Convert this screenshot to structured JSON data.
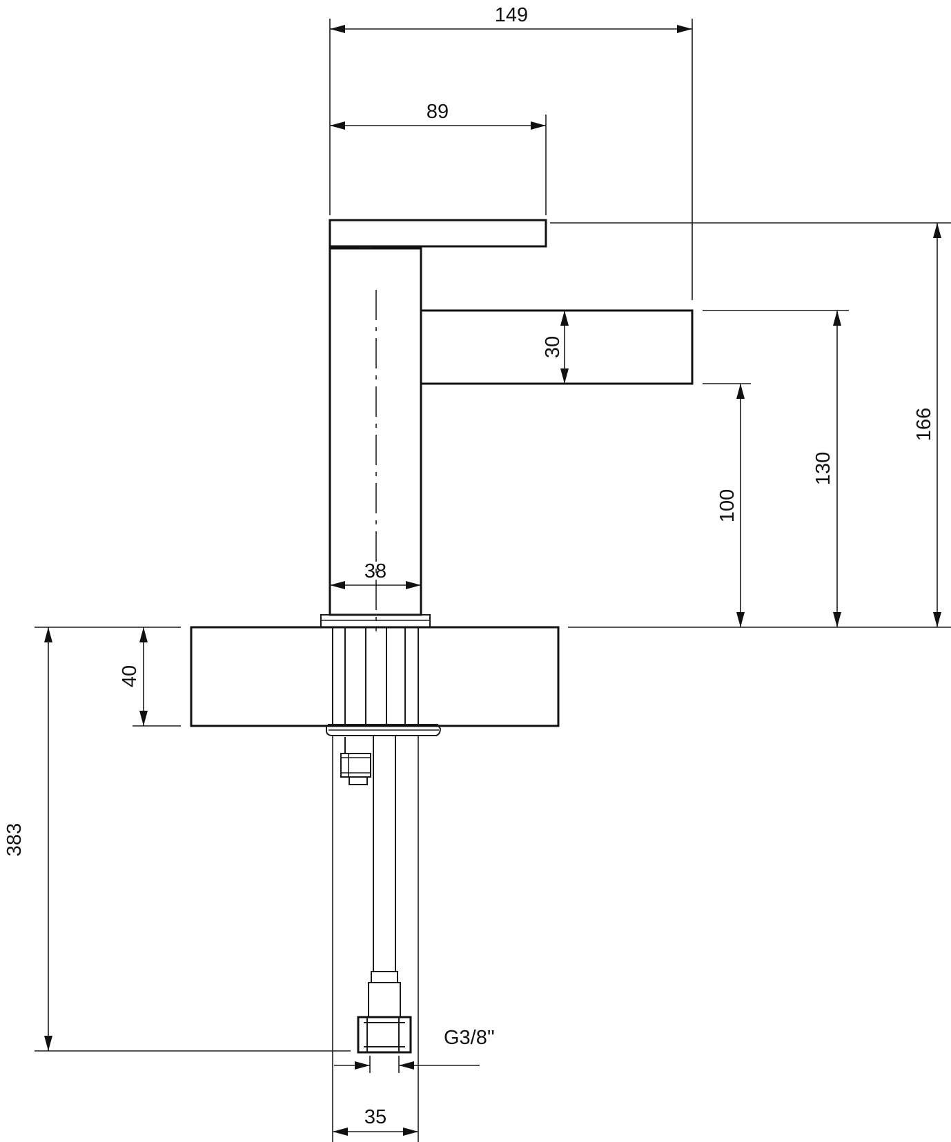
{
  "drawing": {
    "dimensions": {
      "overall_width": "149",
      "lever_length": "89",
      "spout_thickness": "30",
      "spout_height": "100",
      "spout_top_height": "130",
      "total_height": "166",
      "body_width": "38",
      "deck_thickness": "40",
      "hose_length": "383",
      "connector_width": "35"
    },
    "thread_label": "G3/8''"
  }
}
